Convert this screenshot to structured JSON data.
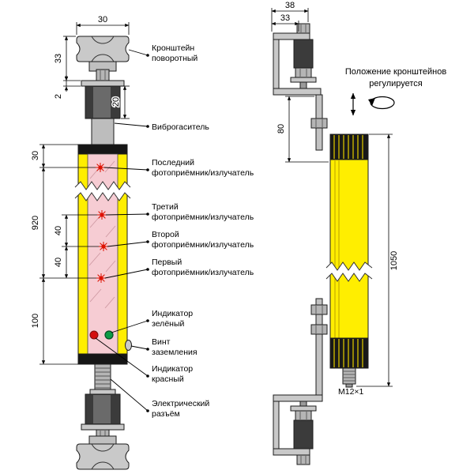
{
  "colors": {
    "housing_yellow": "#ffee00",
    "window_pink": "#f6ccd3",
    "emitter_red": "#dd1100",
    "indicator_red": "#d40f0f",
    "indicator_green": "#0c9b45",
    "metal_light": "#c9c9c9",
    "metal_dark": "#3b3b3b"
  },
  "front_view": {
    "labels": {
      "bracket": [
        "Кронштейн",
        "поворотный"
      ],
      "damper": [
        "Виброгаситель"
      ],
      "beam_last": [
        "Последний",
        "фотоприёмник/излучатель"
      ],
      "beam_third": [
        "Третий",
        "фотоприёмник/излучатель"
      ],
      "beam_second": [
        "Второй",
        "фотоприёмник/излучатель"
      ],
      "beam_first": [
        "Первый",
        "фотоприёмник/излучатель"
      ],
      "indicator_green": [
        "Индикатор",
        "зелёный"
      ],
      "ground_screw": [
        "Винт",
        "заземления"
      ],
      "indicator_red": [
        "Индикатор",
        "красный"
      ],
      "connector": [
        "Электрический",
        "разъём"
      ]
    },
    "dims": {
      "bracket_width": "30",
      "bracket_height": "33",
      "plate_thickness": "2",
      "damper_height": "20",
      "top_to_last_beam": "30",
      "beam_span": "920",
      "beam_pitch_upper": "40",
      "beam_pitch_lower": "40",
      "first_beam_to_bottom": "100"
    }
  },
  "side_view": {
    "note": [
      "Положение кронштейнов",
      "регулируется"
    ],
    "thread_label": "M12×1",
    "dims": {
      "overall_depth": "38",
      "bracket_depth": "33",
      "bracket_to_zone": "80",
      "housing_length": "1050"
    }
  }
}
